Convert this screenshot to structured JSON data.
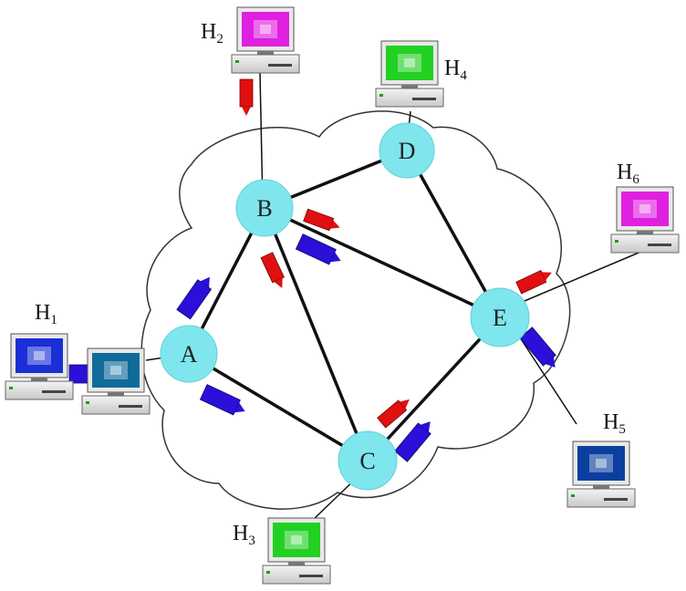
{
  "diagram": {
    "nodes": [
      {
        "id": "A",
        "label": "A"
      },
      {
        "id": "B",
        "label": "B"
      },
      {
        "id": "C",
        "label": "C"
      },
      {
        "id": "D",
        "label": "D"
      },
      {
        "id": "E",
        "label": "E"
      }
    ],
    "links": [
      [
        "A",
        "B"
      ],
      [
        "A",
        "C"
      ],
      [
        "B",
        "C"
      ],
      [
        "B",
        "D"
      ],
      [
        "B",
        "E"
      ],
      [
        "C",
        "E"
      ],
      [
        "D",
        "E"
      ]
    ],
    "hosts": [
      {
        "id": "H1",
        "letter": "H",
        "sub": "1",
        "attached_to": "A",
        "screen_color": "#1a2fd6"
      },
      {
        "id": "H2",
        "letter": "H",
        "sub": "2",
        "attached_to": "B",
        "screen_color": "#e020e0"
      },
      {
        "id": "H3",
        "letter": "H",
        "sub": "3",
        "attached_to": "C",
        "screen_color": "#22d022"
      },
      {
        "id": "H4",
        "letter": "H",
        "sub": "4",
        "attached_to": "D",
        "screen_color": "#22d022"
      },
      {
        "id": "H5",
        "letter": "H",
        "sub": "5",
        "attached_to": "E",
        "screen_color": "#0a3fa0"
      },
      {
        "id": "H6",
        "letter": "H",
        "sub": "6",
        "attached_to": "E",
        "screen_color": "#e020e0"
      }
    ],
    "colors": {
      "node_fill": "#7fe6ee",
      "node_stroke": "#5fd0da",
      "link": "#111111",
      "packet_red": "#e01010",
      "packet_blue": "#2a10d8",
      "cloud_stroke": "#333333"
    }
  }
}
